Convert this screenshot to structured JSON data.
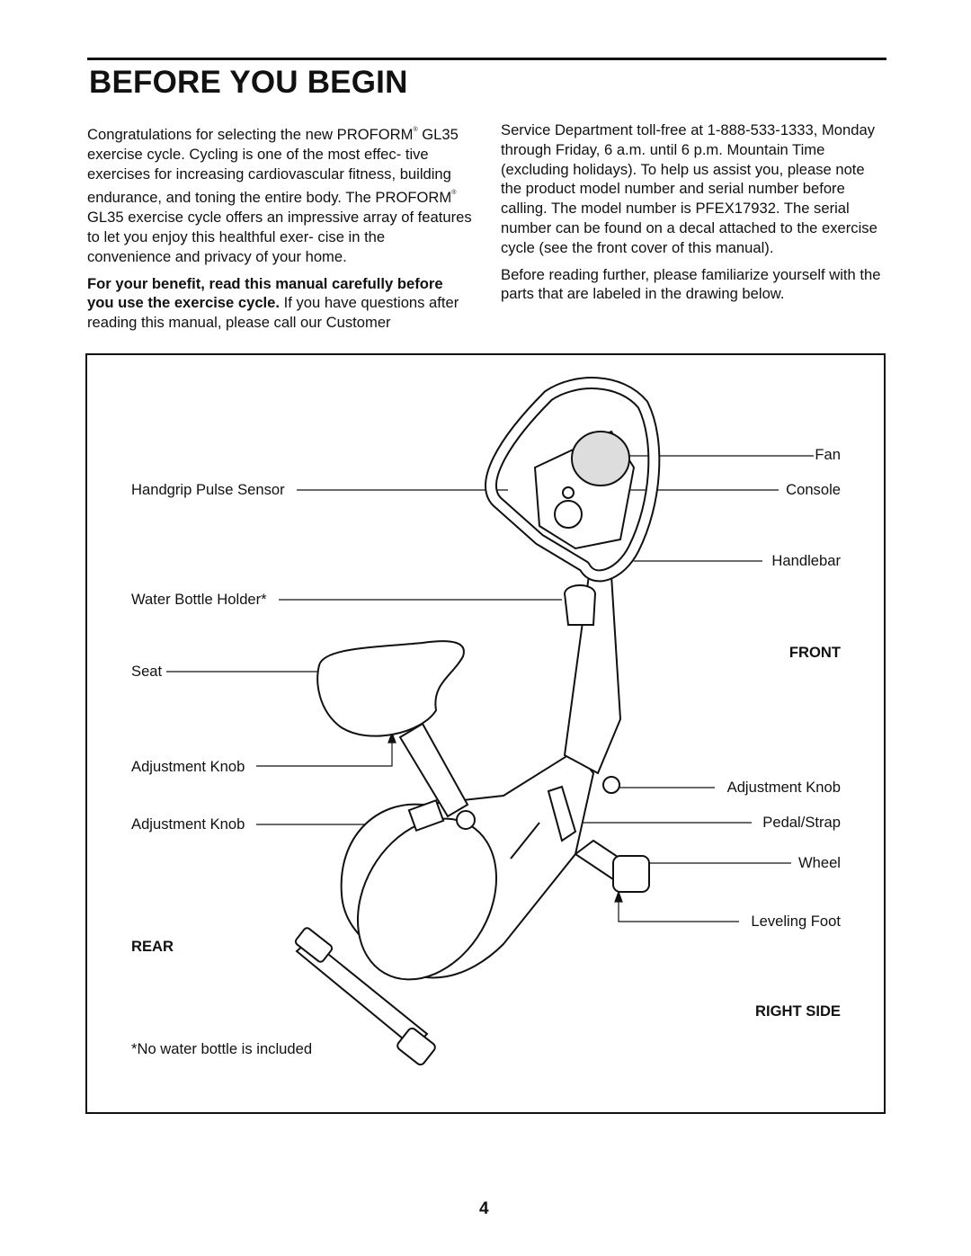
{
  "heading": "BEFORE YOU BEGIN",
  "left_column": {
    "p1_a": "Congratulations for selecting the new PROFORM",
    "p1_reg": "®",
    "p1_b": " GL35 exercise cycle. Cycling is one of the most effec- tive exercises for increasing cardiovascular fitness, building endurance, and toning the entire body. The PROFORM",
    "p1_reg2": "®",
    "p1_c": " GL35 exercise cycle offers an impressive array of features to let you enjoy this healthful exer- cise in the convenience and privacy of your home.",
    "p2_bold": "For your benefit, read this manual carefully before you use the exercise cycle.",
    "p2_rest": " If you have questions after reading this manual, please call our Customer"
  },
  "right_column": {
    "p1": "Service Department toll-free at 1-888-533-1333, Monday through Friday, 6 a.m. until 6 p.m. Mountain Time (excluding holidays). To help us assist you, please note the product model number and serial number before calling. The model number is PFEX17932. The serial number can be found on a decal attached to the exercise cycle (see the front cover of this manual).",
    "p2": "Before reading further, please familiarize yourself with the parts that are labeled in the drawing below."
  },
  "diagram": {
    "labels_left": {
      "handgrip": "Handgrip Pulse Sensor",
      "water_bottle": "Water Bottle Holder*",
      "seat": "Seat",
      "adj_knob_1": "Adjustment Knob",
      "adj_knob_2": "Adjustment Knob"
    },
    "labels_right": {
      "fan": "Fan",
      "console": "Console",
      "handlebar": "Handlebar",
      "adj_knob": "Adjustment Knob",
      "pedal": "Pedal/Strap",
      "wheel": "Wheel",
      "leveling_foot": "Leveling Foot"
    },
    "orientation": {
      "front": "FRONT",
      "rear": "REAR",
      "right_side": "RIGHT SIDE"
    },
    "footnote": "*No water bottle is included"
  },
  "page_number": "4"
}
